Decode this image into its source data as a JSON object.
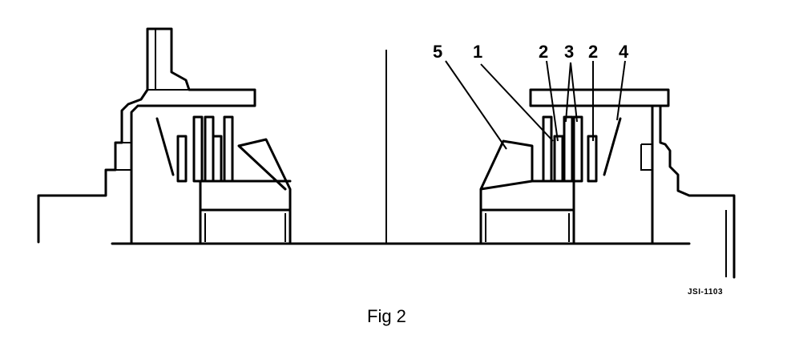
{
  "callouts": {
    "c5": "5",
    "c1": "1",
    "c2a": "2",
    "c3": "3",
    "c2b": "2",
    "c4": "4"
  },
  "reference_code": "JSI-1103",
  "caption": "Fig 2"
}
